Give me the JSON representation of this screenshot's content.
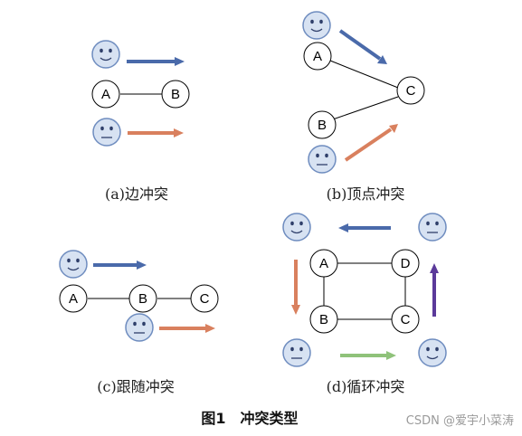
{
  "panels": {
    "a": {
      "caption": "(a)边冲突",
      "nodes": [
        "A",
        "B"
      ]
    },
    "b": {
      "caption": "(b)顶点冲突",
      "nodes": [
        "A",
        "B",
        "C"
      ]
    },
    "c": {
      "caption": "(c)跟随冲突",
      "nodes": [
        "A",
        "B",
        "C"
      ]
    },
    "d": {
      "caption": "(d)循环冲突",
      "nodes": [
        "A",
        "D",
        "B",
        "C"
      ]
    }
  },
  "figure_caption": "图1　冲突类型",
  "watermark": "CSDN @爱宇小菜涛",
  "colors": {
    "blue_arrow": "#4a6aaa",
    "orange_arrow": "#d9805e",
    "green_arrow": "#8fc27a",
    "purple_arrow": "#5b3a9a",
    "face_fill": "#d7e2f2",
    "face_stroke": "#6e8cbf"
  },
  "icons": {
    "agent": "smiley-face-icon",
    "agent_neutral": "neutral-face-icon"
  }
}
